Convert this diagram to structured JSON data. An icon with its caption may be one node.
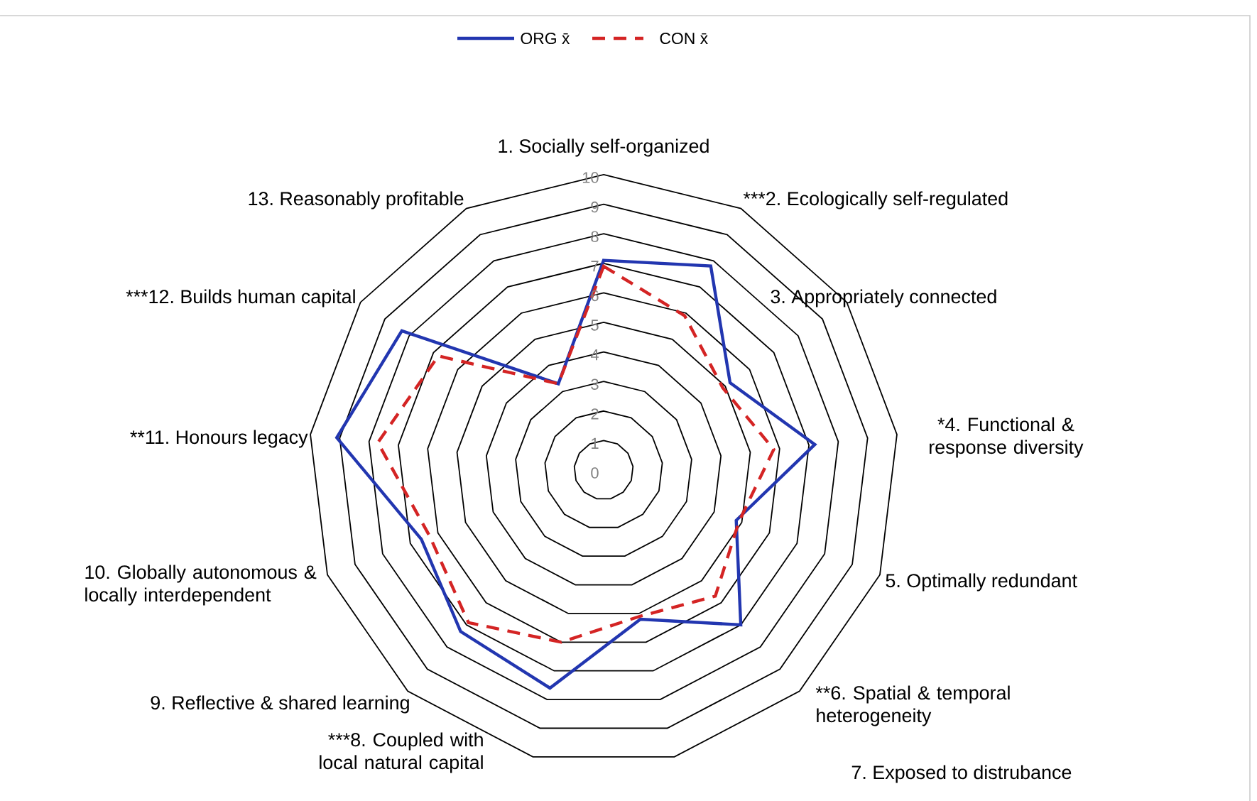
{
  "diagram": {
    "labels": [
      "1. Socially self-organized",
      "***2. Ecologically self-regulated",
      "3. Appropriately connected",
      "*4. Functional & response diversity",
      "5. Optimally redundant",
      "**6. Spatial & temporal heterogeneity",
      "7. Exposed to distrubance",
      "***8. Coupled with local natural capital",
      "9. Reflective & shared learning",
      "10. Globally autonomous & locally interdependent",
      "**11. Honours legacy",
      "***12. Builds human capital",
      "13. Reasonably profitable",
      "10",
      "9",
      "8",
      "7",
      "6",
      "5",
      "4",
      "3",
      "2",
      "1",
      "0"
    ],
    "legend": [
      {
        "text": "ORG x̄"
      },
      {
        "text": "CON x̄"
      }
    ]
  }
}
